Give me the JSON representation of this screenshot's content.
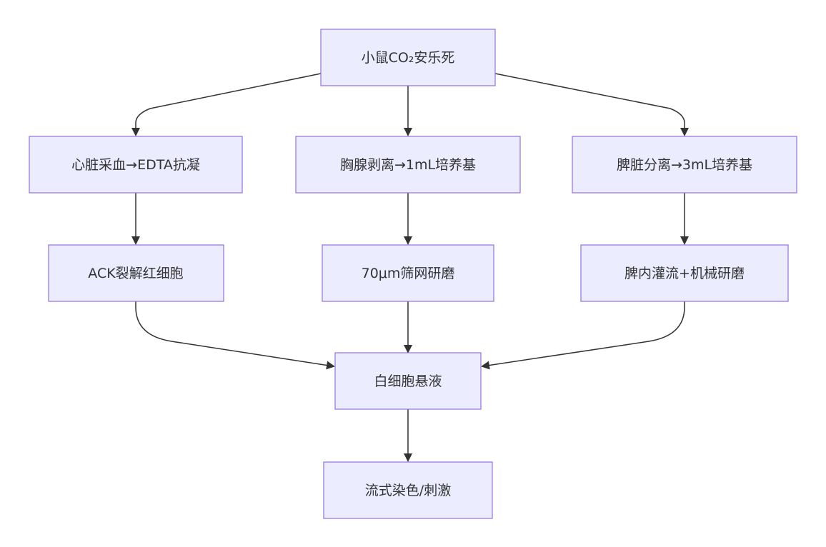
{
  "diagram": {
    "nodes": {
      "euthanasia": "小鼠CO₂安乐死",
      "heart_blood": "心脏采血→EDTA抗凝",
      "thymus": "胸腺剥离→1mL培养基",
      "spleen": "脾脏分离→3mL培养基",
      "ack_lysis": "ACK裂解红细胞",
      "sieve_grind": "70μm筛网研磨",
      "perfuse_grind": "脾内灌流+机械研磨",
      "wbc_suspension": "白细胞悬液",
      "flow_stim": "流式染色/刺激"
    },
    "colors": {
      "node_fill": "#ececff",
      "node_border": "#9370db",
      "edge": "#333333",
      "text": "#333333"
    }
  }
}
